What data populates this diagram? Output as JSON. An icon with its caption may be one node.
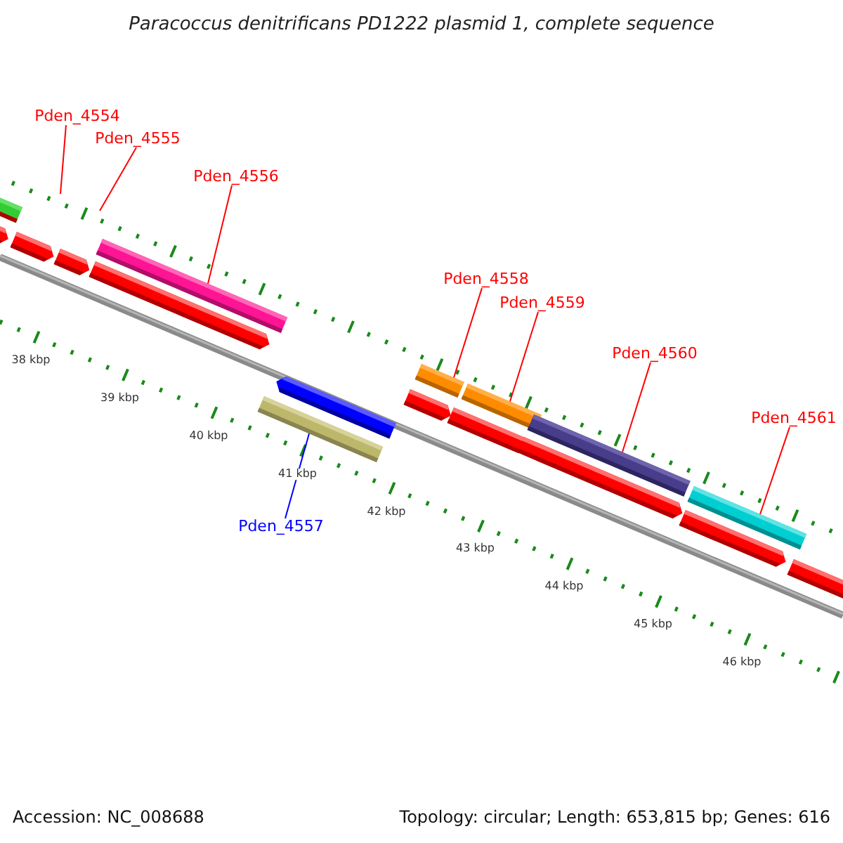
{
  "diagram": {
    "title": "Paracoccus denitrificans PD1222 plasmid 1, complete sequence",
    "nodes": [
      {
        "text": [
          "Pden_4554"
        ]
      },
      {
        "text": [
          "Pden_4555"
        ]
      },
      {
        "text": [
          "Pden_4556"
        ]
      },
      {
        "text": [
          "Pden_4557"
        ]
      },
      {
        "text": [
          "Pden_4558"
        ]
      },
      {
        "text": [
          "Pden_4559"
        ]
      },
      {
        "text": [
          "Pden_4560"
        ]
      },
      {
        "text": [
          "Pden_4561"
        ]
      },
      {
        "text": [],
        "shape": "bar"
      },
      {
        "text": [],
        "shape": "bar"
      },
      {
        "text": [],
        "shape": "bar"
      },
      {
        "text": [],
        "shape": "bar"
      },
      {
        "text": [],
        "shape": "bar"
      },
      {
        "text": [],
        "shape": "bar"
      }
    ],
    "edges": [
      {
        "from": 0,
        "to": null,
        "arrow": "none"
      },
      {
        "from": 1,
        "to": null,
        "arrow": "none"
      },
      {
        "from": 2,
        "to": 8,
        "arrow": "none"
      },
      {
        "from": 3,
        "to": 9,
        "arrow": "none",
        "color": "#0000ff"
      },
      {
        "from": 4,
        "to": 10,
        "arrow": "none"
      },
      {
        "from": 5,
        "to": 11,
        "arrow": "none"
      },
      {
        "from": 6,
        "to": 12,
        "arrow": "none"
      },
      {
        "from": 7,
        "to": 13,
        "arrow": "none"
      }
    ],
    "labels": [
      "38 kbp",
      "39 kbp",
      "40 kbp",
      "41 kbp",
      "42 kbp",
      "43 kbp",
      "44 kbp",
      "45 kbp",
      "46 kbp",
      "Accession: NC_008688",
      "Topology: circular; Length: 653,815 bp; Genes: 616"
    ]
  }
}
